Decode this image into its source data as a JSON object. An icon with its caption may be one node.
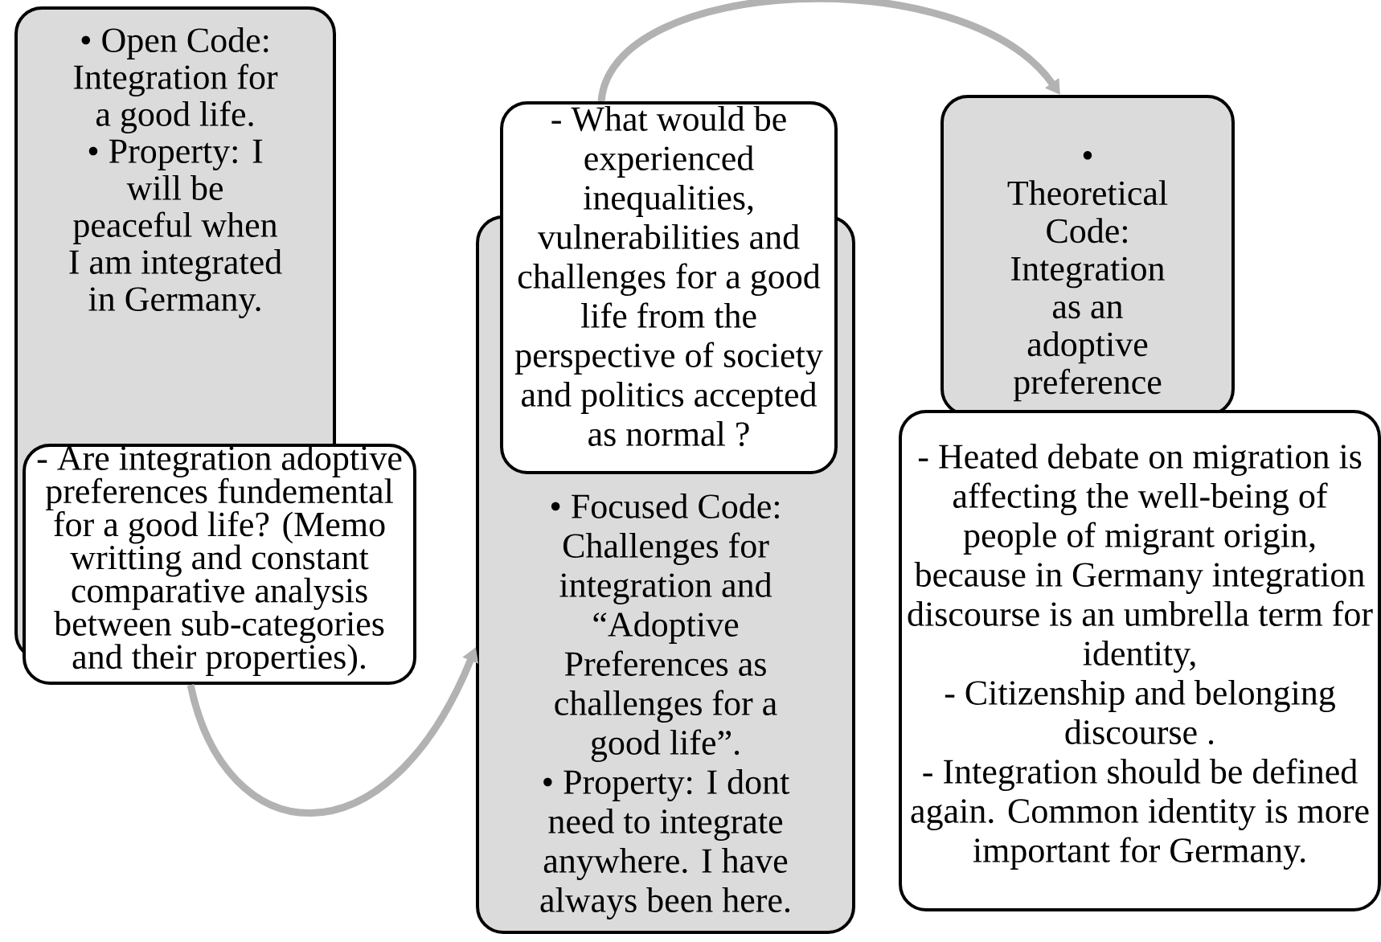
{
  "diagram": {
    "nodes": [
      {
        "text": [
          "• Open Code: Integration for a good life.",
          "• Property: I will be peaceful when I am integrated in Germany."
        ]
      },
      {
        "text": [
          "- Are integration adoptive preferences fundemental for a good life? (Memo writting and constant comparative analysis between sub-categories and their properties)."
        ]
      },
      {
        "text": [
          "• Focused Code: Challenges for integration and “Adoptive Preferences as challenges for a good life”.",
          "• Property: I dont need to integrate anywhere. I have always been here."
        ]
      },
      {
        "text": [
          "- What would be experienced inequalities, vulnerabilities and challenges for a good life from the perspective of society and politics accepted as normal ?"
        ]
      },
      {
        "text": [
          "• Theoretical Code: Integration as an adoptive preference"
        ]
      },
      {
        "text": [
          "- Heated debate on migration is affecting the well-being of people of migrant origin, because in Germany integration discourse is an umbrella term for identity,",
          "- Citizenship and belonging discourse .",
          "- Integration should be defined again. Common identity is more important for Germany."
        ]
      }
    ],
    "edges": [
      {
        "from": 1,
        "to": 2,
        "arrow": "to"
      },
      {
        "from": 3,
        "to": 4,
        "arrow": "to"
      }
    ]
  }
}
